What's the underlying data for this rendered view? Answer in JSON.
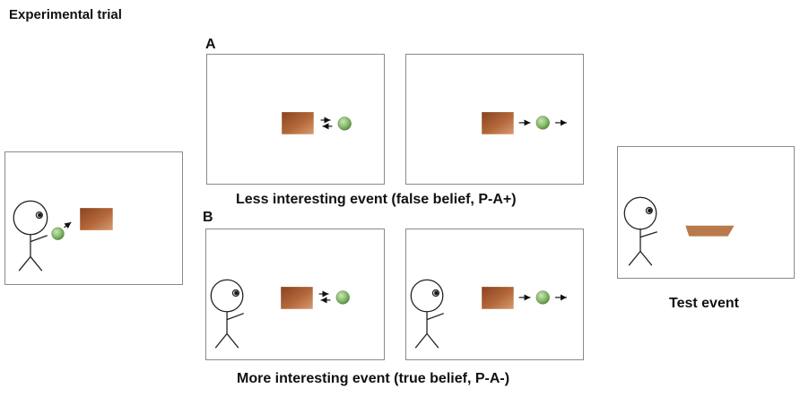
{
  "title": "Experimental trial",
  "label_a": "A",
  "label_b": "B",
  "caption_a": "Less interesting event (false belief, P-A+)",
  "caption_b": "More interesting event (true belief, P-A-)",
  "test_caption": "Test event",
  "colors": {
    "box": "#b4683a",
    "ball": "#7fb069",
    "platform": "#b87a4b",
    "border": "#8a8a8a"
  }
}
